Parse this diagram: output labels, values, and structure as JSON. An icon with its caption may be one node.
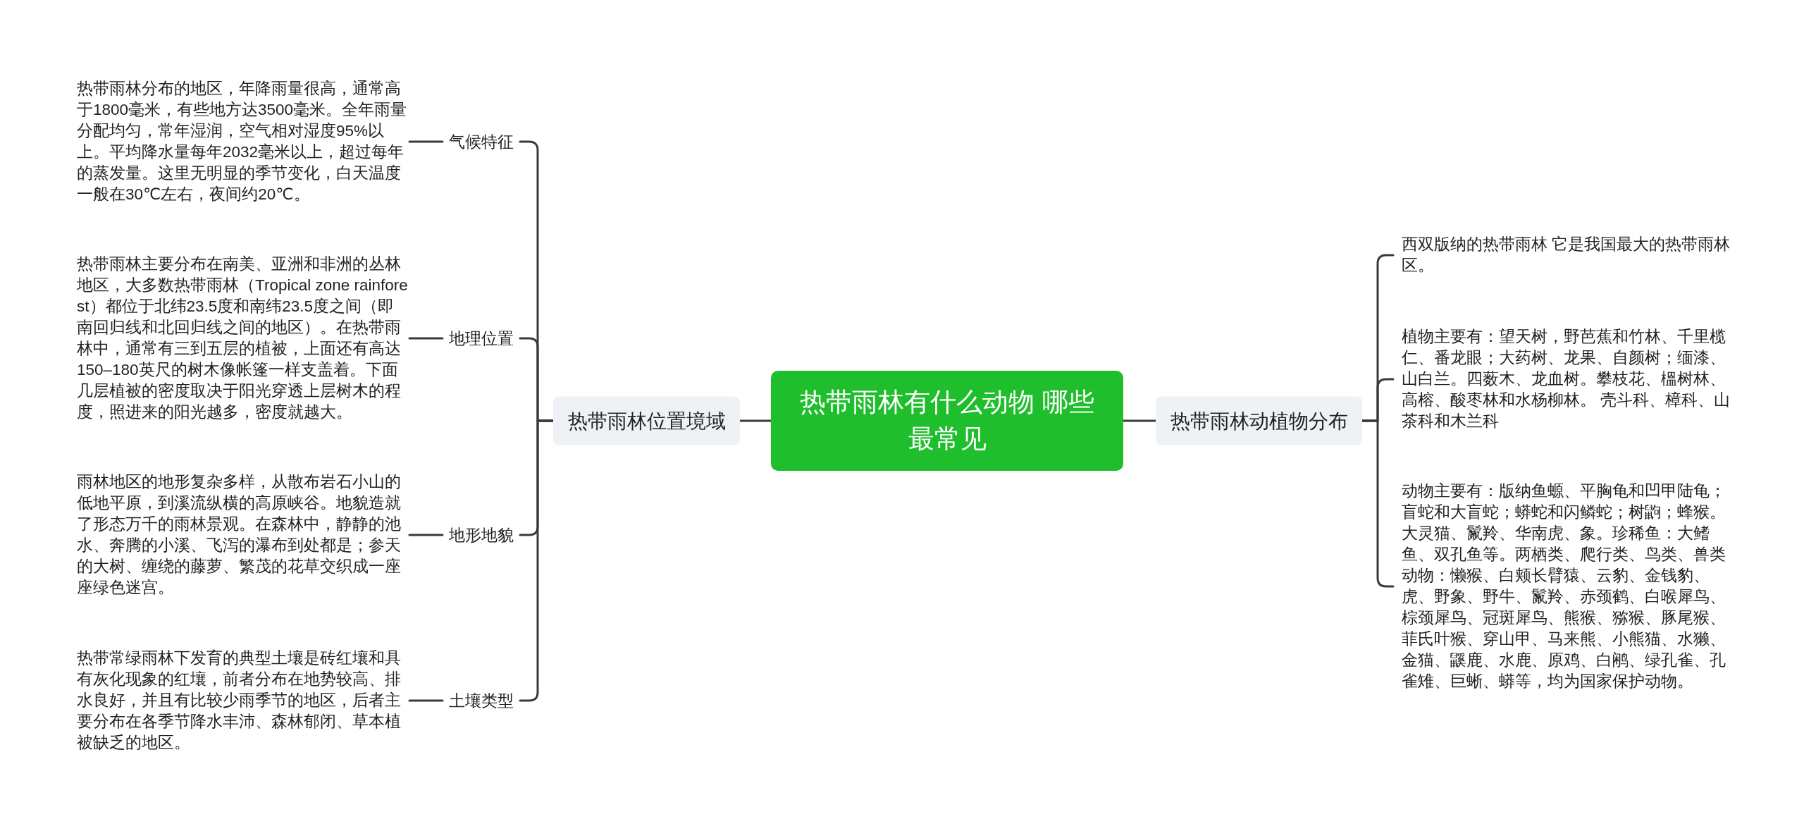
{
  "diagram": {
    "nodes": [
      {
        "text": [
          "热带雨林有什么动物 哪些最常见"
        ]
      },
      {
        "text": [
          "热带雨林位置境域"
        ]
      },
      {
        "text": [
          "气候特征"
        ]
      },
      {
        "text": [
          "热带雨林分布的地区，年降雨量很高，通常高于1800毫米，有些地方达3500毫米。全年雨量分配均匀，常年湿润，空气相对湿度95%以上。平均降水量每年2032毫米以上，超过每年的蒸发量。这里无明显的季节变化，白天温度一般在30℃左右，夜间约20℃。"
        ]
      },
      {
        "text": [
          "地理位置"
        ]
      },
      {
        "text": [
          "热带雨林主要分布在南美、亚洲和非洲的丛林地区，大多数热带雨林（Tropical zone rainforest）都位于北纬23.5度和南纬23.5度之间（即南回归线和北回归线之间的地区）。在热带雨林中，通常有三到五层的植被，上面还有高达150–180英尺的树木像帐篷一样支盖着。下面几层植被的密度取决于阳光穿透上层树木的程度，照进来的阳光越多，密度就越大。"
        ]
      },
      {
        "text": [
          "地形地貌"
        ]
      },
      {
        "text": [
          "雨林地区的地形复杂多样，从散布岩石小山的低地平原，到溪流纵横的高原峡谷。地貌造就了形态万千的雨林景观。在森林中，静静的池水、奔腾的小溪、飞泻的瀑布到处都是；参天的大树、缠绕的藤萝、繁茂的花草交织成一座座绿色迷宫。"
        ]
      },
      {
        "text": [
          "土壤类型"
        ]
      },
      {
        "text": [
          "热带常绿雨林下发育的典型土壤是砖红壤和具有灰化现象的红壤，前者分布在地势较高、排水良好，并且有比较少雨季节的地区，后者主要分布在各季节降水丰沛、森林郁闭、草本植被缺乏的地区。"
        ]
      },
      {
        "text": [
          "热带雨林动植物分布"
        ]
      },
      {
        "text": [
          "西双版纳的热带雨林 它是我国最大的热带雨林区。"
        ]
      },
      {
        "text": [
          "植物主要有：望天树，野芭蕉和竹林、千里榄仁、番龙眼；大药树、龙果、自颜树；缅漆、山白兰。四薮木、龙血树。攀枝花、榲树林、高榕、酸枣林和水杨柳林。 壳斗科、樟科、山茶科和木兰科"
        ]
      },
      {
        "text": [
          "动物主要有：版纳鱼螈、平胸龟和凹甲陆龟；盲蛇和大盲蛇；蟒蛇和闪鳞蛇；树鼩；蜂猴。大灵猫、鬣羚、华南虎、象。珍稀鱼：大鳍鱼、双孔鱼等。两栖类、爬行类、鸟类、兽类动物：懒猴、白颊长臂猿、云豹、金钱豹、虎、野象、野牛、鬣羚、赤颈鹤、白喉犀鸟、棕颈犀鸟、冠斑犀鸟、熊猴、猕猴、豚尾猴、菲氏叶猴、穿山甲、马来熊、小熊猫、水獭、金猫、鼷鹿、水鹿、原鸡、白鹇、绿孔雀、孔雀雉、巨蜥、蟒等，均为国家保护动物。"
        ]
      }
    ],
    "edges": [
      {
        "from": 0,
        "to": 1,
        "arrow": "none"
      },
      {
        "from": 1,
        "to": 2,
        "arrow": "none"
      },
      {
        "from": 2,
        "to": 3,
        "arrow": "none"
      },
      {
        "from": 1,
        "to": 4,
        "arrow": "none"
      },
      {
        "from": 4,
        "to": 5,
        "arrow": "none"
      },
      {
        "from": 1,
        "to": 6,
        "arrow": "none"
      },
      {
        "from": 6,
        "to": 7,
        "arrow": "none"
      },
      {
        "from": 1,
        "to": 8,
        "arrow": "none"
      },
      {
        "from": 8,
        "to": 9,
        "arrow": "none"
      },
      {
        "from": 0,
        "to": 10,
        "arrow": "none"
      },
      {
        "from": 10,
        "to": 11,
        "arrow": "none"
      },
      {
        "from": 10,
        "to": 12,
        "arrow": "none"
      },
      {
        "from": 10,
        "to": 13,
        "arrow": "none"
      }
    ]
  }
}
